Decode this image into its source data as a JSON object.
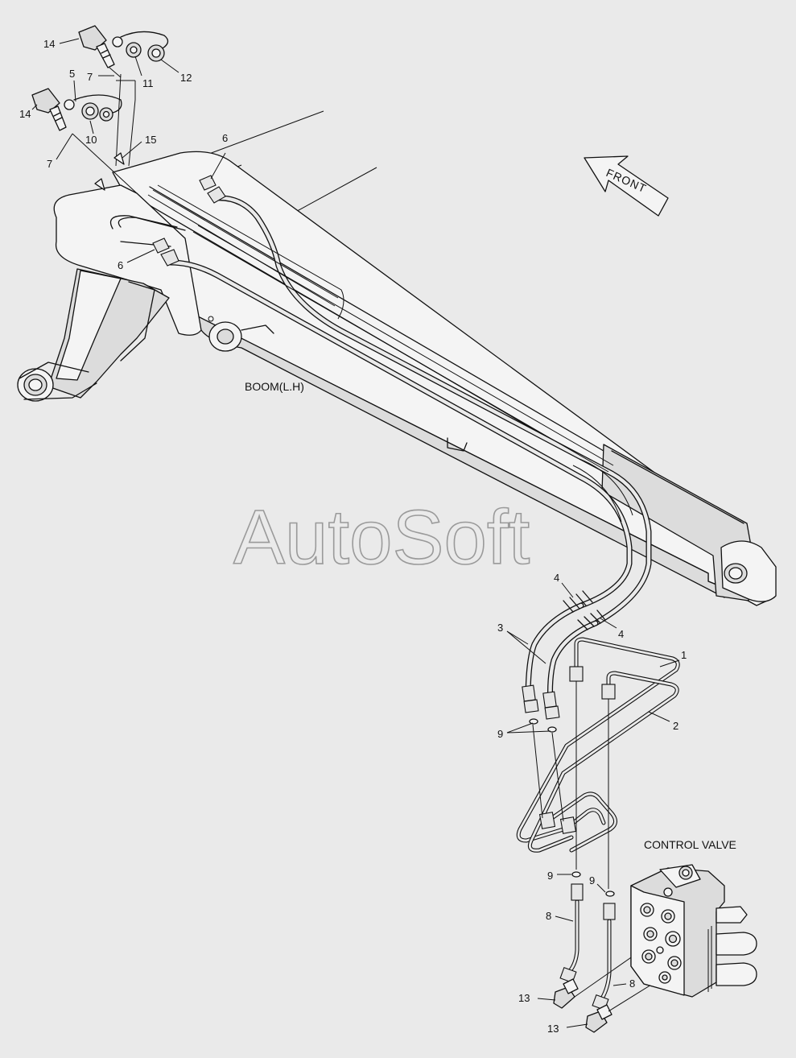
{
  "labels": {
    "boom": "BOOM(L.H)",
    "control_valve": "CONTROL VALVE",
    "front": "FRONT",
    "watermark": "AutoSoft"
  },
  "callouts": [
    {
      "id": "c14a",
      "text": "14"
    },
    {
      "id": "c11",
      "text": "11"
    },
    {
      "id": "c12",
      "text": "12"
    },
    {
      "id": "c7a",
      "text": "7"
    },
    {
      "id": "c5",
      "text": "5"
    },
    {
      "id": "c14b",
      "text": "14"
    },
    {
      "id": "c10",
      "text": "10"
    },
    {
      "id": "c7b",
      "text": "7"
    },
    {
      "id": "c15",
      "text": "15"
    },
    {
      "id": "c6a",
      "text": "6"
    },
    {
      "id": "c6b",
      "text": "6"
    },
    {
      "id": "c4a",
      "text": "4"
    },
    {
      "id": "c4b",
      "text": "4"
    },
    {
      "id": "c3",
      "text": "3"
    },
    {
      "id": "c1",
      "text": "1"
    },
    {
      "id": "c2",
      "text": "2"
    },
    {
      "id": "c9a",
      "text": "9"
    },
    {
      "id": "c9b",
      "text": "9"
    },
    {
      "id": "c9c",
      "text": "9"
    },
    {
      "id": "c8a",
      "text": "8"
    },
    {
      "id": "c8b",
      "text": "8"
    },
    {
      "id": "c13a",
      "text": "13"
    },
    {
      "id": "c13b",
      "text": "13"
    }
  ],
  "colors": {
    "background": "#eaeaea",
    "line": "#111111",
    "watermark": "#9a9a9a"
  }
}
